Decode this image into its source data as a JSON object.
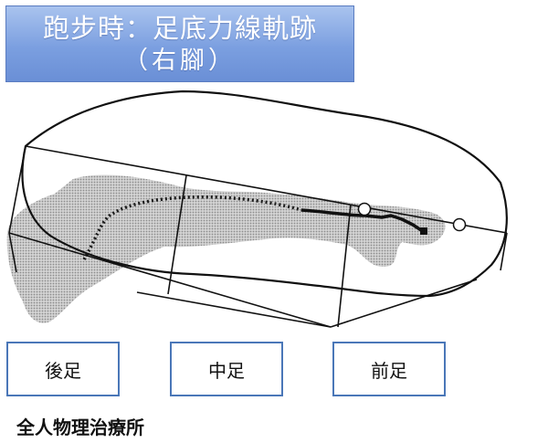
{
  "title": {
    "line1": "跑步時：足底力線軌跡",
    "line2": "（右腳）"
  },
  "zones": {
    "rear": "後足",
    "mid": "中足",
    "fore": "前足"
  },
  "footer": "全人物理治療所",
  "colors": {
    "banner": "#7b9fe0",
    "zone_border": "#4a77b8",
    "pressure_area": "#bdbdbd",
    "outline": "#111111"
  }
}
